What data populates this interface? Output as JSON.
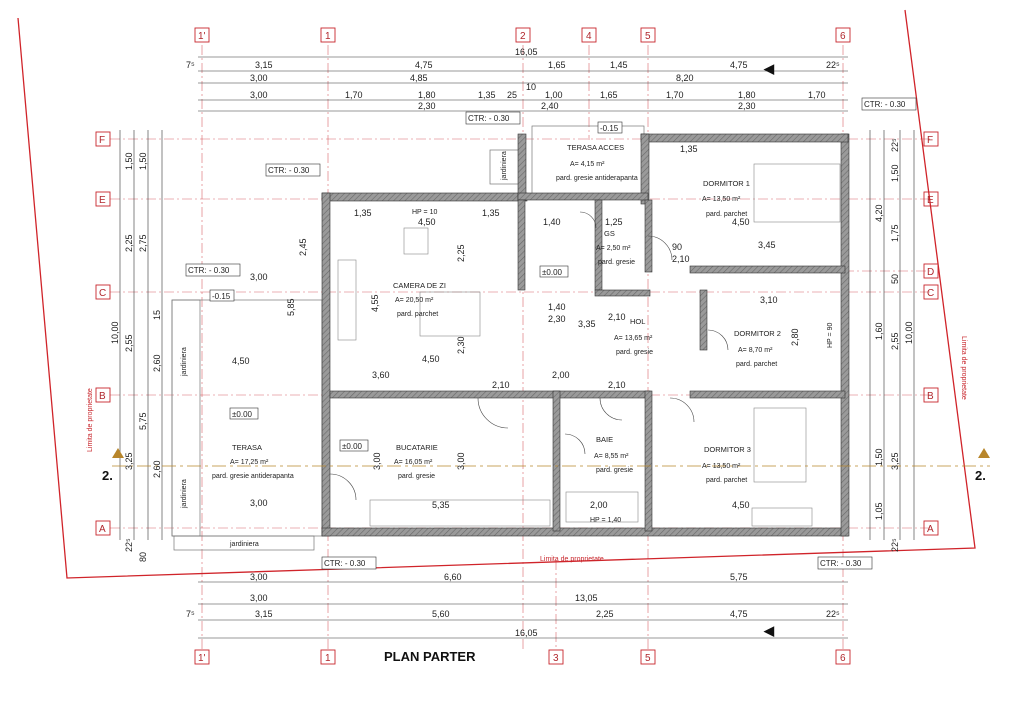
{
  "title": "PLAN PARTER",
  "axes_vertical": [
    "1'",
    "1",
    "2",
    "3",
    "4",
    "5",
    "6"
  ],
  "axes_horizontal": [
    "F",
    "E",
    "D",
    "C",
    "B",
    "A"
  ],
  "axes_side_marker": "2.",
  "dims_top_row1": [
    "16,05"
  ],
  "dims_top_row2": [
    "7⁵",
    "3,15",
    "4,75",
    "1,65",
    "1,45",
    "4,75",
    "22⁵"
  ],
  "dims_top_row3": [
    "3,00",
    "4,85",
    "8,20"
  ],
  "dims_top_row4": [
    "3,00",
    "1,70",
    "1,80",
    "1,35",
    "25",
    "10",
    "1,00",
    "1,65",
    "1,70",
    "1,80",
    "1,70"
  ],
  "dims_top_row5": [
    "2,30",
    "2,40",
    "2,30"
  ],
  "dims_bottom_row1": [
    "3,00",
    "6,60",
    "5,75"
  ],
  "dims_bottom_row2": [
    "3,00",
    "13,05"
  ],
  "dims_bottom_row3": [
    "7⁵",
    "3,15",
    "5,60",
    "2,25",
    "4,75",
    "22⁵"
  ],
  "dims_bottom_row4": [
    "16,05"
  ],
  "dims_left": [
    "1,50",
    "2,25",
    "1,50",
    "2,75",
    "2,55",
    "2,60",
    "3,25",
    "5,75",
    "2,60",
    "10,00",
    "22⁵",
    "15",
    "80"
  ],
  "dims_right": [
    "22⁵",
    "1,50",
    "4,20",
    "1,75",
    "50",
    "10,00",
    "2,55",
    "1,60",
    "3,25",
    "1,50",
    "1,05",
    "22⁵"
  ],
  "levels": [
    "CTR: - 0.30",
    "CTR: - 0.30",
    "CTR: - 0.30",
    "CTR: - 0.30",
    "CTR: - 0.30",
    "CTR: - 0.30"
  ],
  "level_zero": "±0.00",
  "level_minus015": "-0.15",
  "level_minus015b": "-0.15",
  "rooms": [
    {
      "name": "TERASA ACCES",
      "area": "A= 4,15 m²",
      "floor": "pard. gresie antiderapanta"
    },
    {
      "name": "DORMITOR 1",
      "area": "A= 13,50 m²",
      "floor": "pard. parchet"
    },
    {
      "name": "GS",
      "area": "A= 2,50 m²",
      "floor": "pard. gresie"
    },
    {
      "name": "CAMERA DE ZI",
      "area": "A= 20,50 m²",
      "floor": "pard. parchet"
    },
    {
      "name": "HOL",
      "area": "A= 13,65 m²",
      "floor": "pard. gresie"
    },
    {
      "name": "DORMITOR 2",
      "area": "A= 8,70 m²",
      "floor": "pard. parchet"
    },
    {
      "name": "TERASA",
      "area": "A= 17,25 m²",
      "floor": "pard. gresie antiderapanta"
    },
    {
      "name": "BUCATARIE",
      "area": "A= 16,05 m²",
      "floor": "pard. gresie"
    },
    {
      "name": "BAIE",
      "area": "A= 8,55 m²",
      "floor": "pard. gresie"
    },
    {
      "name": "DORMITOR 3",
      "area": "A= 13,50 m²",
      "floor": "pard. parchet"
    }
  ],
  "jardiniera": "jardiniera",
  "limita": "Limita de proprietate",
  "inner_dims": [
    "1,35",
    "4,50",
    "1,35",
    "1,40",
    "1,25",
    "1,35",
    "4,50",
    "3,45",
    "2,45",
    "4,55",
    "5,85",
    "2,25",
    "2,30",
    "1,40",
    "2,30",
    "3,35",
    "2,10",
    "3,10",
    "2,80",
    "4,50",
    "3,60",
    "2,00",
    "2,10",
    "2,10",
    "4,50",
    "3,00",
    "3,00",
    "5,35",
    "2,00",
    "4,50",
    "3,00",
    "3,00",
    "2,10",
    "90",
    "HP = 10",
    "HP = 1,40",
    "HP = 90"
  ]
}
